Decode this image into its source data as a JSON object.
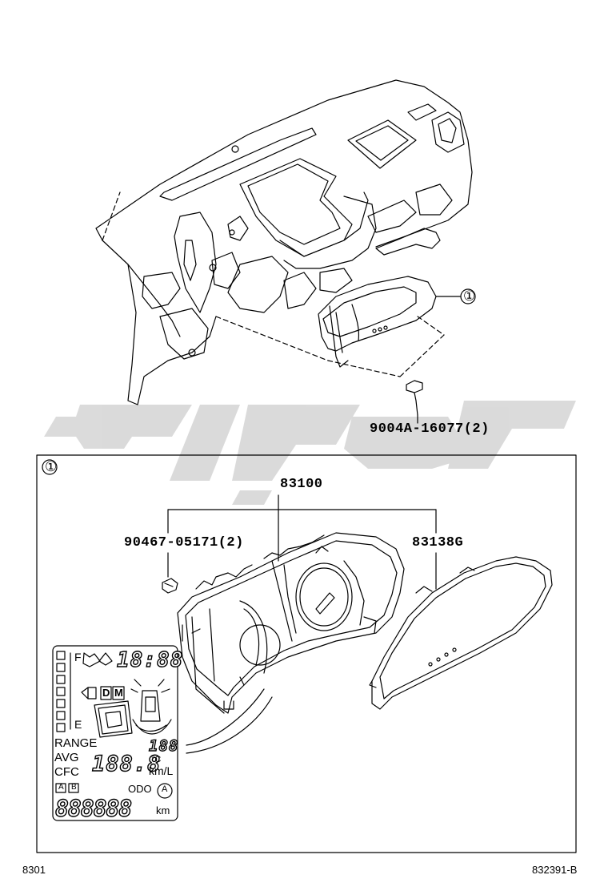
{
  "callouts": {
    "assembly_marker": "①",
    "inset_marker": "①",
    "screw_part": "9004A-16077(2)",
    "meter_assy_part": "83100",
    "screw_small_part": "90467-05171(2)",
    "glass_part": "83138G"
  },
  "lcd_display": {
    "fuel_full": "F",
    "fuel_empty": "E",
    "clock": "18:88",
    "mode_d": "D",
    "mode_m": "M",
    "range_label": "RANGE",
    "avg_label": "AVG",
    "cfc_label": "CFC",
    "range_value": "188",
    "consumption_value": "188.8",
    "temp_unit": "°C",
    "consumption_unit": "km/L",
    "trip_a": "A",
    "trip_b": "B",
    "odo_label": "ODO",
    "auto_label": "A",
    "odometer_value": "888888",
    "odometer_unit": "km"
  },
  "footer": {
    "page_code": "8301",
    "diagram_code": "832391-B"
  },
  "colors": {
    "line": "#000000",
    "watermark": "#d9d9d9"
  }
}
